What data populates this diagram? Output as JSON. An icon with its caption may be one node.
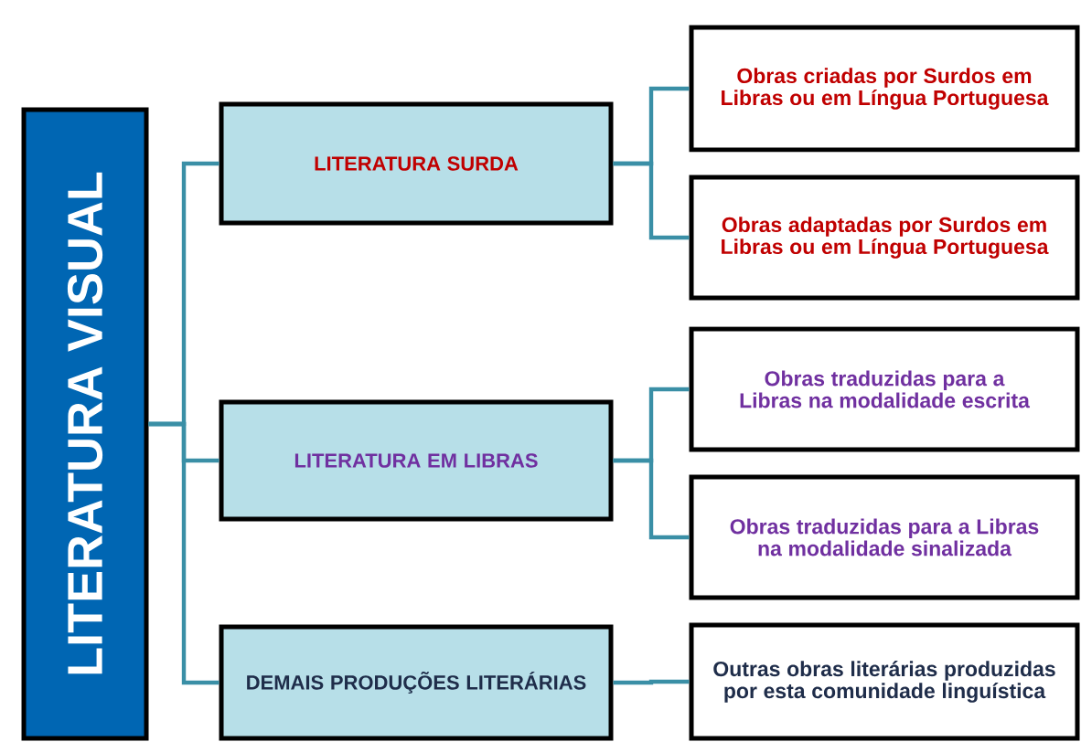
{
  "diagram": {
    "nodes": [
      {
        "text": [
          "LITERATURA VISUAL"
        ]
      },
      {
        "text": [
          "LITERATURA SURDA"
        ]
      },
      {
        "text": [
          "Obras criadas por Surdos em Libras ou em Língua Portuguesa"
        ]
      },
      {
        "text": [
          "Obras adaptadas por Surdos em Libras ou em Língua Portuguesa"
        ]
      },
      {
        "text": [
          "LITERATURA EM LIBRAS"
        ]
      },
      {
        "text": [
          "Obras traduzidas para a Libras na modalidade escrita"
        ]
      },
      {
        "text": [
          "Obras traduzidas para a Libras na modalidade sinalizada"
        ]
      },
      {
        "text": [
          "DEMAIS PRODUÇÕES LITERÁRIAS"
        ]
      },
      {
        "text": [
          "Outras obras literárias produzidas por esta comunidade linguística"
        ]
      }
    ],
    "edges": [
      {
        "from": 0,
        "to": 1,
        "arrow": "none"
      },
      {
        "from": 0,
        "to": 4,
        "arrow": "none"
      },
      {
        "from": 0,
        "to": 7,
        "arrow": "none"
      },
      {
        "from": 1,
        "to": 2,
        "arrow": "none"
      },
      {
        "from": 1,
        "to": 3,
        "arrow": "none"
      },
      {
        "from": 4,
        "to": 5,
        "arrow": "none"
      },
      {
        "from": 4,
        "to": 6,
        "arrow": "none"
      },
      {
        "from": 7,
        "to": 8,
        "arrow": "none"
      }
    ]
  }
}
